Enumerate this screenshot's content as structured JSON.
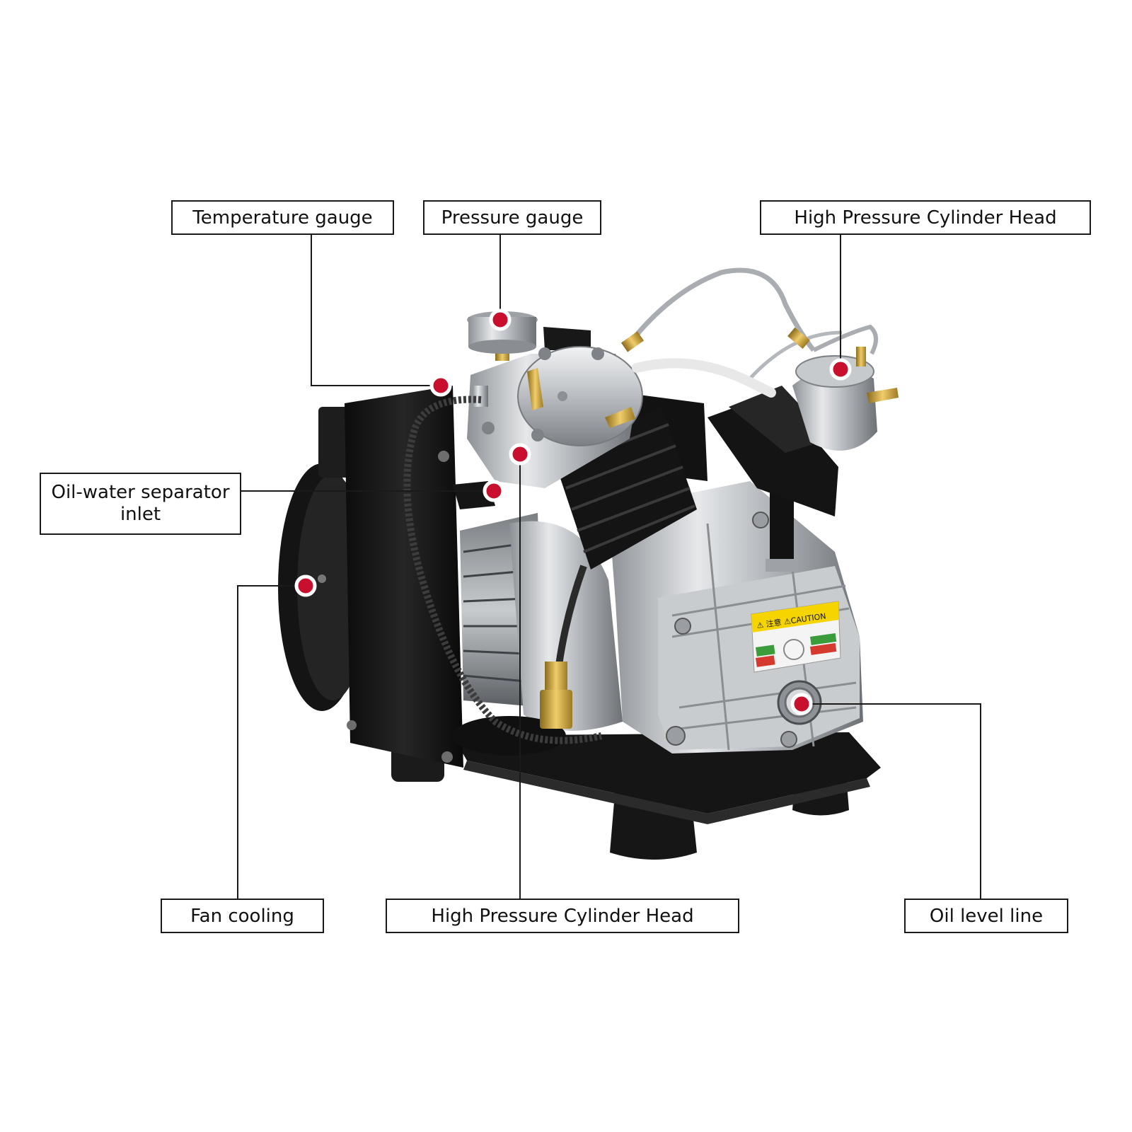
{
  "labels": {
    "temperature_gauge": "Temperature gauge",
    "pressure_gauge": "Pressure gauge",
    "hp_cylinder_head_top": "High Pressure Cylinder Head",
    "oil_water_separator_line1": "Oil-water separator",
    "oil_water_separator_line2": "inlet",
    "fan_cooling": "Fan cooling",
    "hp_cylinder_head_bottom": "High Pressure Cylinder Head",
    "oil_level_line": "Oil level line"
  },
  "sticker": {
    "caution_text": "⚠ 注意   ⚠CAUTION"
  },
  "colors": {
    "marker": "#c8102e",
    "leader_line": "#1a1a1a",
    "box_border": "#1a1a1a",
    "background": "#ffffff"
  }
}
